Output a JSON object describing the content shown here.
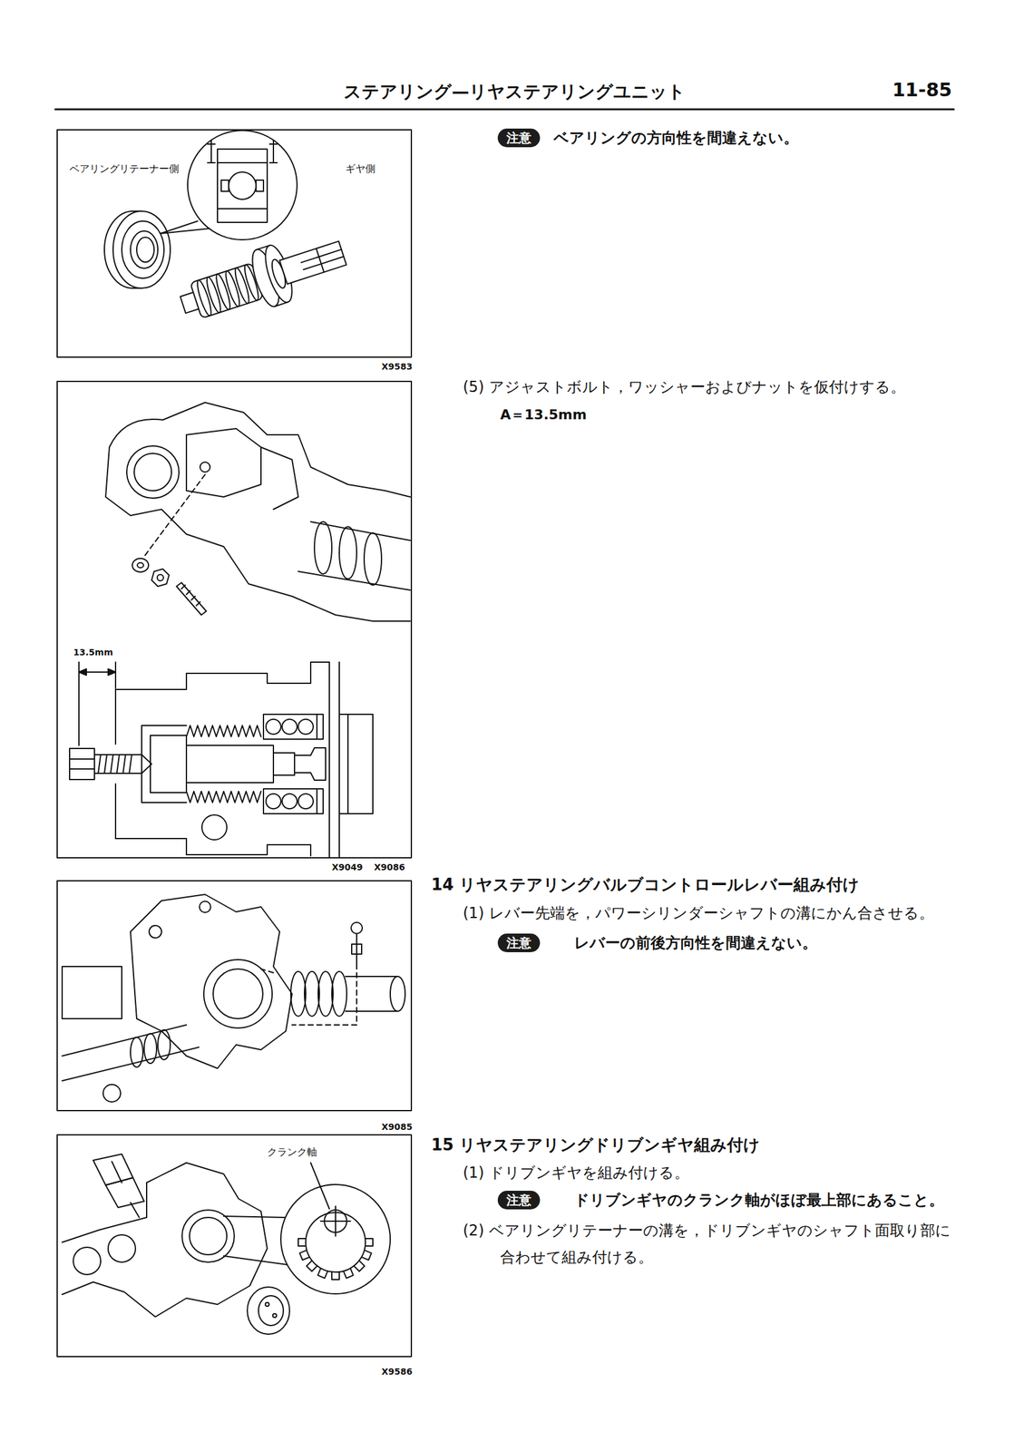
{
  "diagram": {
    "title": "ステアリング—リヤステアリングユニット",
    "nodes": [
      {
        "text": [
          "注意"
        ]
      },
      {
        "text": [
          "注意"
        ]
      },
      {
        "text": [
          "注意"
        ]
      }
    ],
    "labels": [
      "ベアリングリテーナー側",
      "ギヤ側",
      "X9583",
      "ベアリングの方向性を間違えない。",
      "13.5mm",
      "X9049",
      "X9086",
      "(5) アジャストボルト，ワッシャーおよびナットを仮付けする。",
      "A＝13.5mm",
      "14 リヤステアリングバルブコントロールレバー組み付け",
      "(1) レバー先端を，パワーシリンダーシャフトの溝にかん合させる。",
      "X9085",
      "レバーの前後方向性を間違えない。",
      "15 リヤステアリングドリブンギヤ組み付け",
      "(1) ドリブンギヤを組み付ける。",
      "ドリブンギヤのクランク軸がほぼ最上部にあること。",
      "(2) ベアリングリテーナーの溝を，ドリブンギヤのシャフト面取り部に合わせて組み付ける。",
      "クランク軸",
      "X9586",
      "11-85"
    ]
  }
}
